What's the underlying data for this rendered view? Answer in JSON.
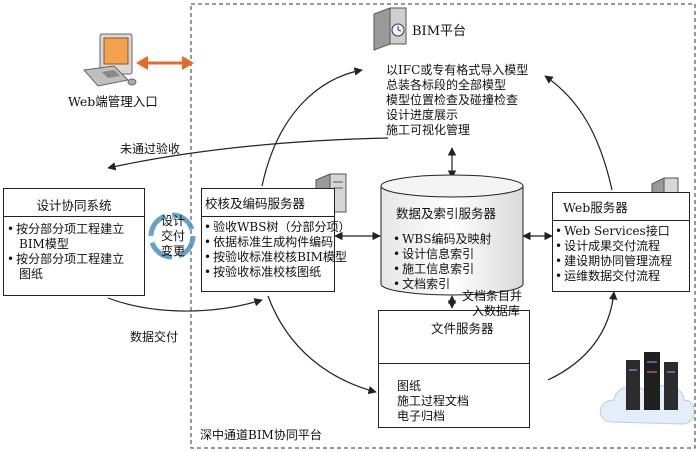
{
  "platform_label": "深中通道BIM协同平台",
  "web_entry": {
    "label": "Web端管理入口",
    "icon": "computer-icon"
  },
  "bim_platform": {
    "title": "BIM平台",
    "icon": "server-clock-icon",
    "items": [
      "以IFC或专有格式导入模型",
      "总装各标段的全部模型",
      "模型位置检查及碰撞检查",
      "设计进度展示",
      "施工可视化管理"
    ]
  },
  "design_system": {
    "title": "设计协同系统",
    "items": [
      "按分部分项工程建立",
      "BIM模型",
      "按分部分项工程建立",
      "图纸"
    ]
  },
  "review_server": {
    "title": "校核及编码服务器",
    "icon": "server-icon",
    "items": [
      "验收WBS树（分部分项）",
      "依据标准生成构件编码",
      "按验收标准校核BIM模型",
      "按验收标准校核图纸"
    ]
  },
  "index_server": {
    "title": "数据及索引服务器",
    "icon": "database-cylinder",
    "items": [
      "WBS编码及映射",
      "设计信息索引",
      "施工信息索引",
      "文档索引"
    ]
  },
  "web_server": {
    "title": "Web服务器",
    "icon": "server-globe-icon",
    "items": [
      "Web Services接口",
      "设计成果交付流程",
      "建设期协同管理流程",
      "运维数据交付流程"
    ]
  },
  "file_server": {
    "title": "文件服务器",
    "icon": "server-icon",
    "items": [
      "图纸",
      "施工过程文档",
      "电子归档"
    ]
  },
  "cycle_label": [
    "设计",
    "交付",
    "变更"
  ],
  "labels": {
    "not_passed": "未通过验收",
    "data_delivery": "数据交付",
    "doc_entry": [
      "文档条目并",
      "入数据库"
    ]
  },
  "colors": {
    "arrow_orange": "#e8692c",
    "line": "#222222",
    "cycle_blue": "#4a90c0"
  },
  "cloud_icon": "cloud-servers-icon"
}
